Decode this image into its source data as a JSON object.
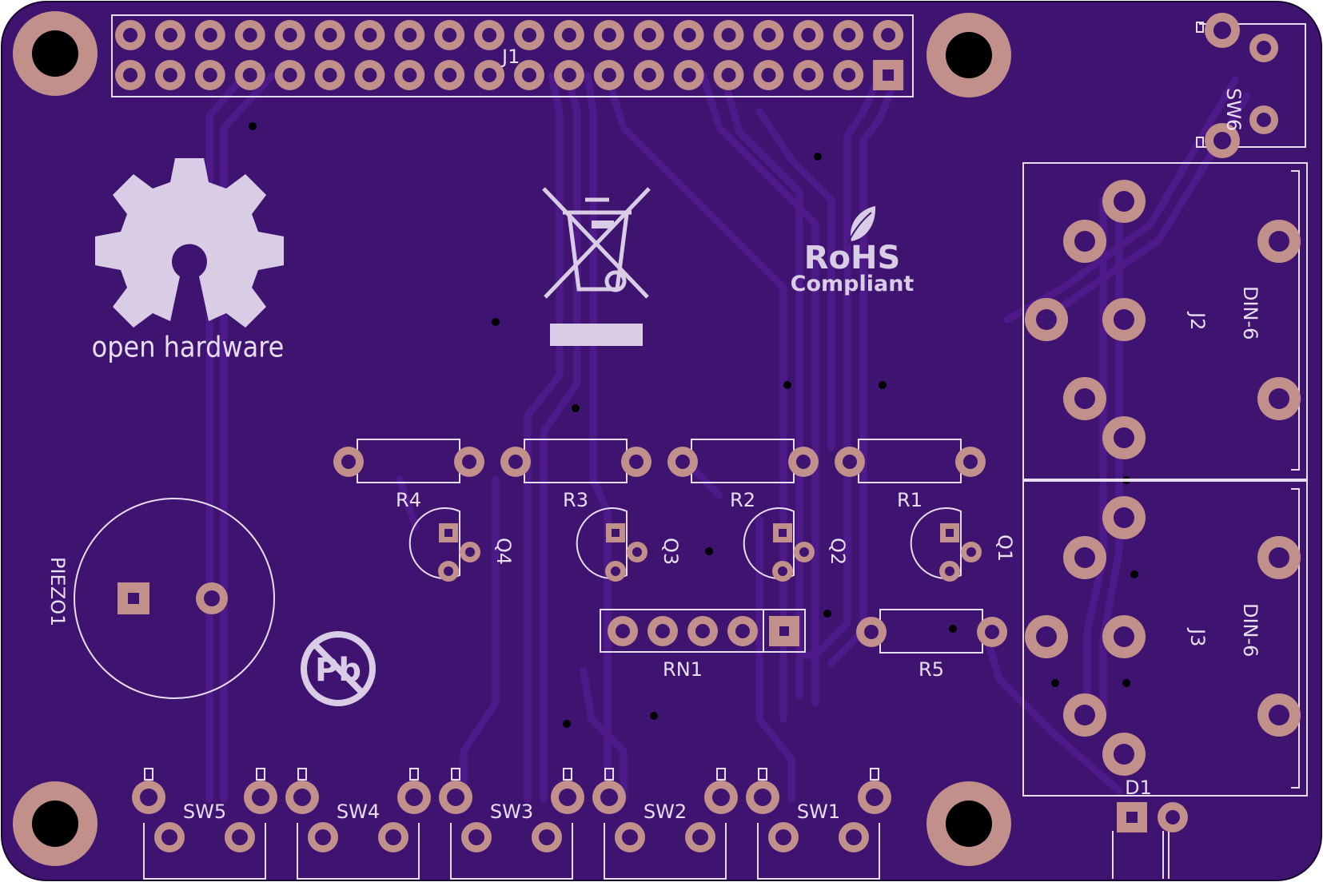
{
  "colors": {
    "board": "#3f1470",
    "trace": "#4e1a8a",
    "silk": "#e8def2",
    "silk_fill": "#d9cde6",
    "pad_ring": "#c2908a",
    "hole": "#000000"
  },
  "header": {
    "ref": "J1"
  },
  "labels": {
    "sw6": "SW6",
    "j2": "J2",
    "j2_din": "DIN-6",
    "j3": "J3",
    "j3_din": "DIN-6",
    "d1": "D1",
    "r1": "R1",
    "r2": "R2",
    "r3": "R3",
    "r4": "R4",
    "r5": "R5",
    "q1": "Q1",
    "q2": "Q2",
    "q3": "Q3",
    "q4": "Q4",
    "rn1": "RN1",
    "piezo": "PIEZO1",
    "sw1": "SW1",
    "sw2": "SW2",
    "sw3": "SW3",
    "sw4": "SW4",
    "sw5": "SW5"
  },
  "logos": {
    "oshw": "open hardware",
    "rohs_title": "RoHS",
    "rohs_sub": "Compliant",
    "pb": "Pb"
  },
  "icons": [
    "mounting-hole-icon",
    "oshw-gear-icon",
    "weee-bin-icon",
    "rohs-leaf-icon",
    "lead-free-icon"
  ]
}
